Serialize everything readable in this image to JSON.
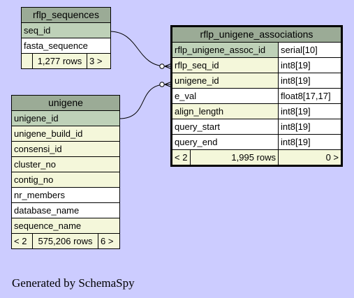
{
  "rflp_sequences": {
    "title": "rflp_sequences",
    "columns": [
      "seq_id",
      "fasta_sequence"
    ],
    "footer": {
      "parents": "",
      "rows": "1,277 rows",
      "children": "3 >"
    }
  },
  "unigene": {
    "title": "unigene",
    "columns": [
      "unigene_id",
      "unigene_build_id",
      "consensi_id",
      "cluster_no",
      "contig_no",
      "nr_members",
      "database_name",
      "sequence_name"
    ],
    "footer": {
      "parents": "< 2",
      "rows": "575,206 rows",
      "children": "6 >"
    }
  },
  "rflp_unigene_associations": {
    "title": "rflp_unigene_associations",
    "columns": [
      {
        "name": "rflp_unigene_assoc_id",
        "type": "serial[10]"
      },
      {
        "name": "rflp_seq_id",
        "type": "int8[19]"
      },
      {
        "name": "unigene_id",
        "type": "int8[19]"
      },
      {
        "name": "e_val",
        "type": "float8[17,17]"
      },
      {
        "name": "align_length",
        "type": "int8[19]"
      },
      {
        "name": "query_start",
        "type": "int8[19]"
      },
      {
        "name": "query_end",
        "type": "int8[19]"
      }
    ],
    "footer": {
      "parents": "< 2",
      "rows": "1,995 rows",
      "children": "0 >"
    }
  },
  "generated_by": "Generated by SchemaSpy"
}
